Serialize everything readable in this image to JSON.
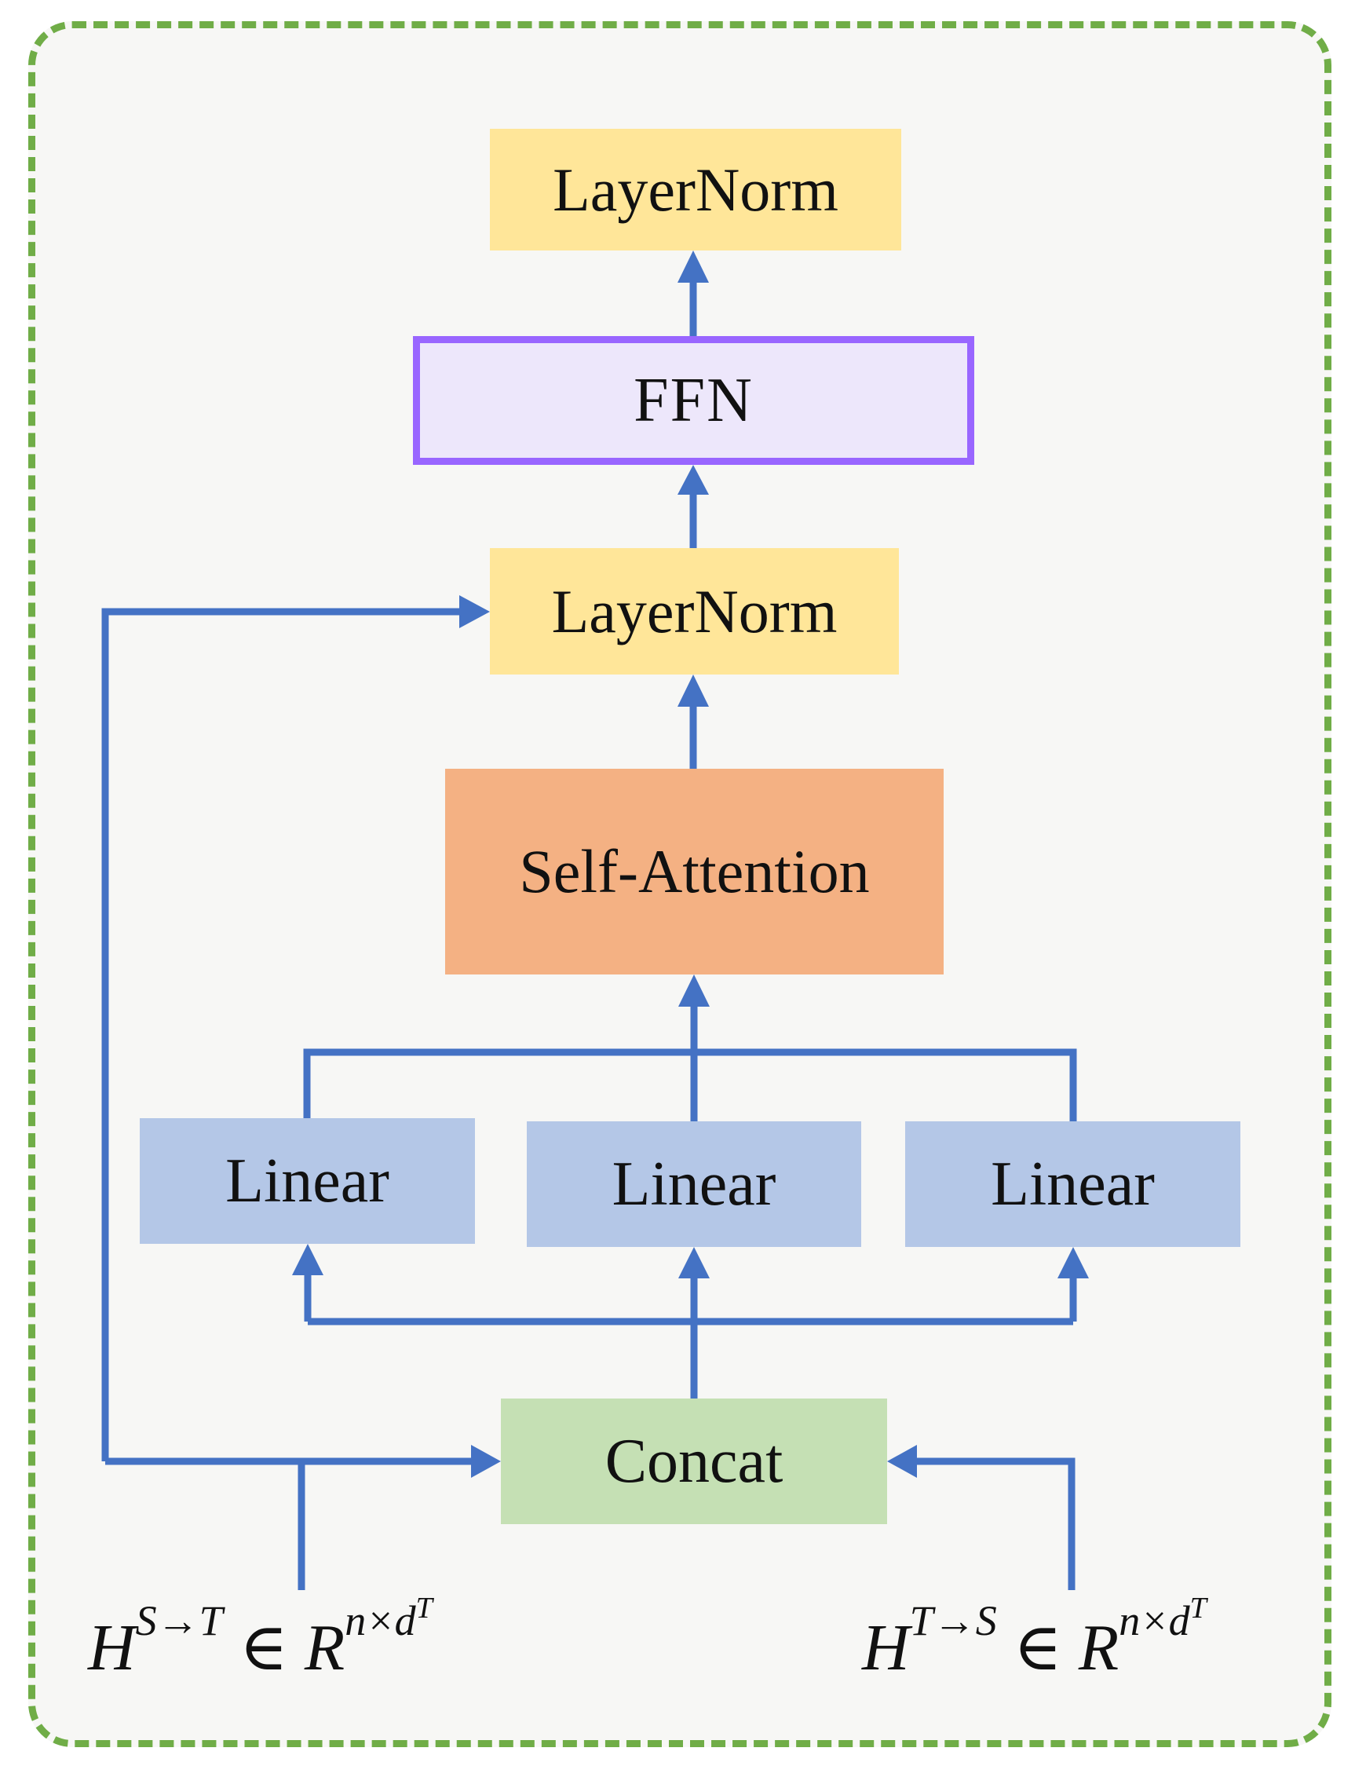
{
  "diagram": {
    "nodes": {
      "layernorm_top": "LayerNorm",
      "ffn": "FFN",
      "layernorm_mid": "LayerNorm",
      "self_attention": "Self-Attention",
      "linear_1": "Linear",
      "linear_2": "Linear",
      "linear_3": "Linear",
      "concat": "Concat"
    },
    "inputs": {
      "left": {
        "base": "H",
        "superscript": "S→T",
        "relation": "∈",
        "space": "R",
        "space_superscript": "n×d",
        "space_superscript_sup": "T"
      },
      "right": {
        "base": "H",
        "superscript": "T→S",
        "relation": "∈",
        "space": "R",
        "space_superscript": "n×d",
        "space_superscript_sup": "T"
      }
    },
    "colors": {
      "frame_border": "#70ad47",
      "frame_fill": "#f7f7f5",
      "layernorm": "#ffe699",
      "ffn_fill": "#ede7fb",
      "ffn_border": "#9966ff",
      "self_attention": "#f4b183",
      "linear": "#b4c7e7",
      "concat": "#c5e0b4",
      "arrow": "#4472c4"
    }
  }
}
